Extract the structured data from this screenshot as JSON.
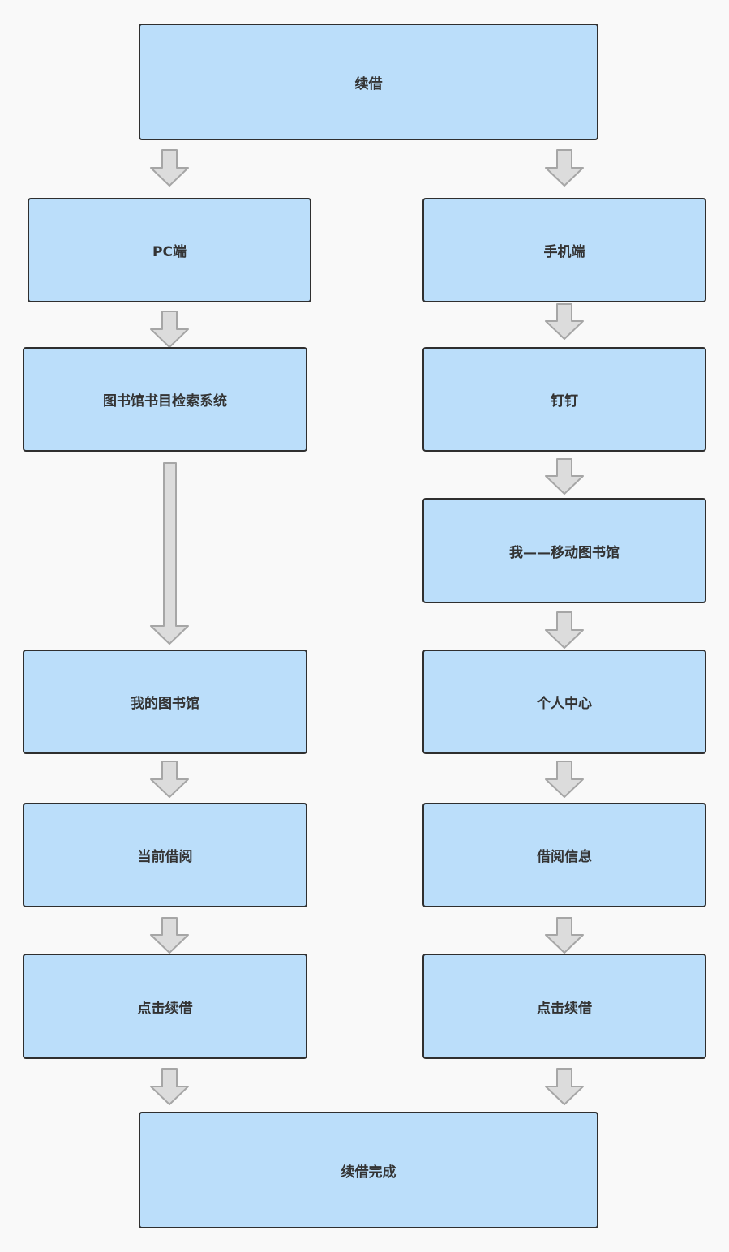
{
  "diagram": {
    "colors": {
      "node_fill": "#bbdefa",
      "node_border": "#2f2f2f",
      "text": "#333333",
      "arrow_fill": "#dcdcdc",
      "arrow_stroke": "#a6a6a6",
      "background": "#f9f9f9"
    },
    "nodes": {
      "start": "续借",
      "pc": "PC端",
      "mobile": "手机端",
      "library_search": "图书馆书目检索系统",
      "dingtalk": "钉钉",
      "me_mobile_library": "我——移动图书馆",
      "my_library": "我的图书馆",
      "personal_center": "个人中心",
      "current_borrowing": "当前借阅",
      "borrowing_info": "借阅信息",
      "click_renew_pc": "点击续借",
      "click_renew_mobile": "点击续借",
      "done": "续借完成"
    }
  }
}
